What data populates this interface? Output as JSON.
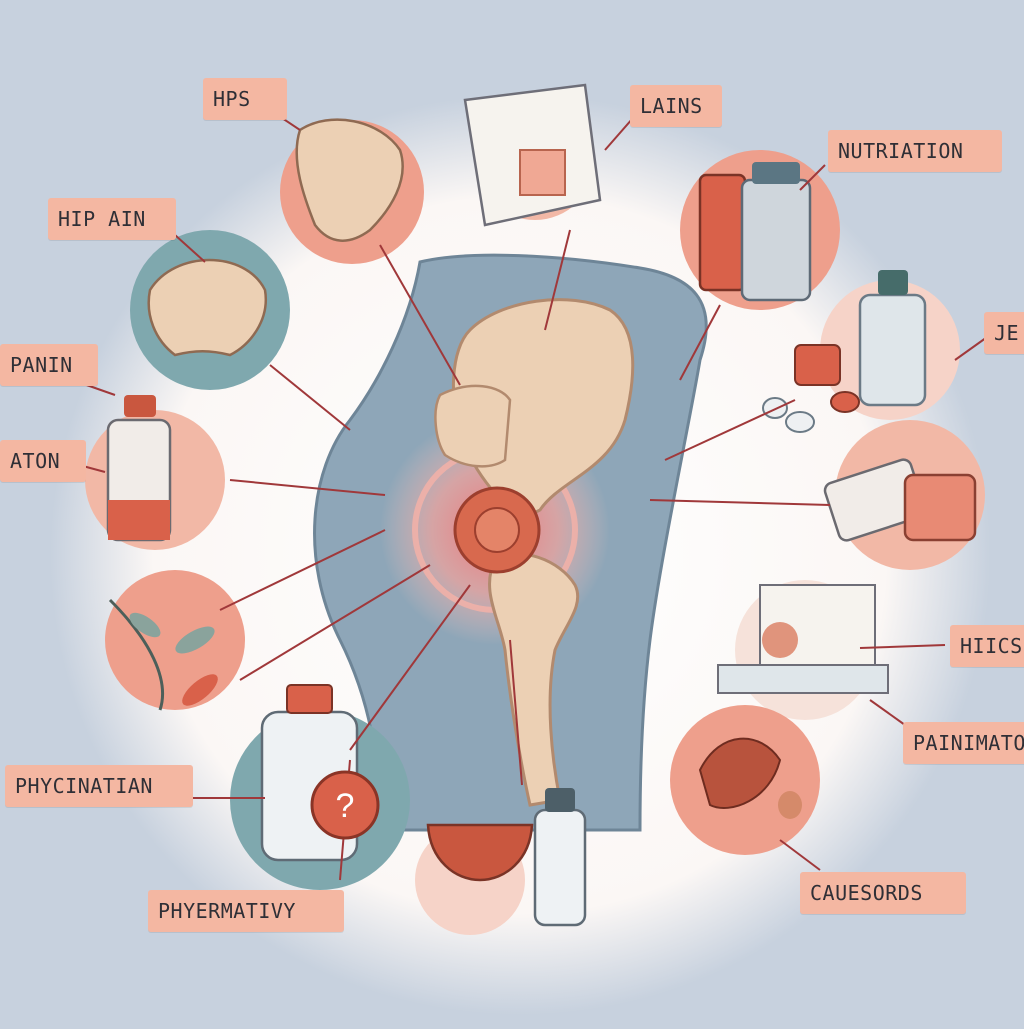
{
  "labels": {
    "hps": "HPS",
    "lains": "LAINS",
    "nutriation": "NUTRIATION",
    "hip_ain": "HIP AIN",
    "panin": "PANIN",
    "aton": "ATON",
    "je": "JE",
    "hiics": "HIICS",
    "painimato": "PAINIMATO",
    "phycinatian": "PHYCINATIAN",
    "phyermativy": "PHYERMATIVY",
    "cauesords": "CAUESORDS"
  },
  "icons": {
    "question_mark": "?"
  },
  "colors": {
    "background": "#c7d1de",
    "label_fill": "#f4b7a2",
    "accent_coral": "#e88a74",
    "teal_circle": "#7fa8ae",
    "body_blue": "#8ea6b8",
    "bone": "#ecd0b4",
    "pain_glow": "#f08a86",
    "leader_line": "#a0383a"
  }
}
